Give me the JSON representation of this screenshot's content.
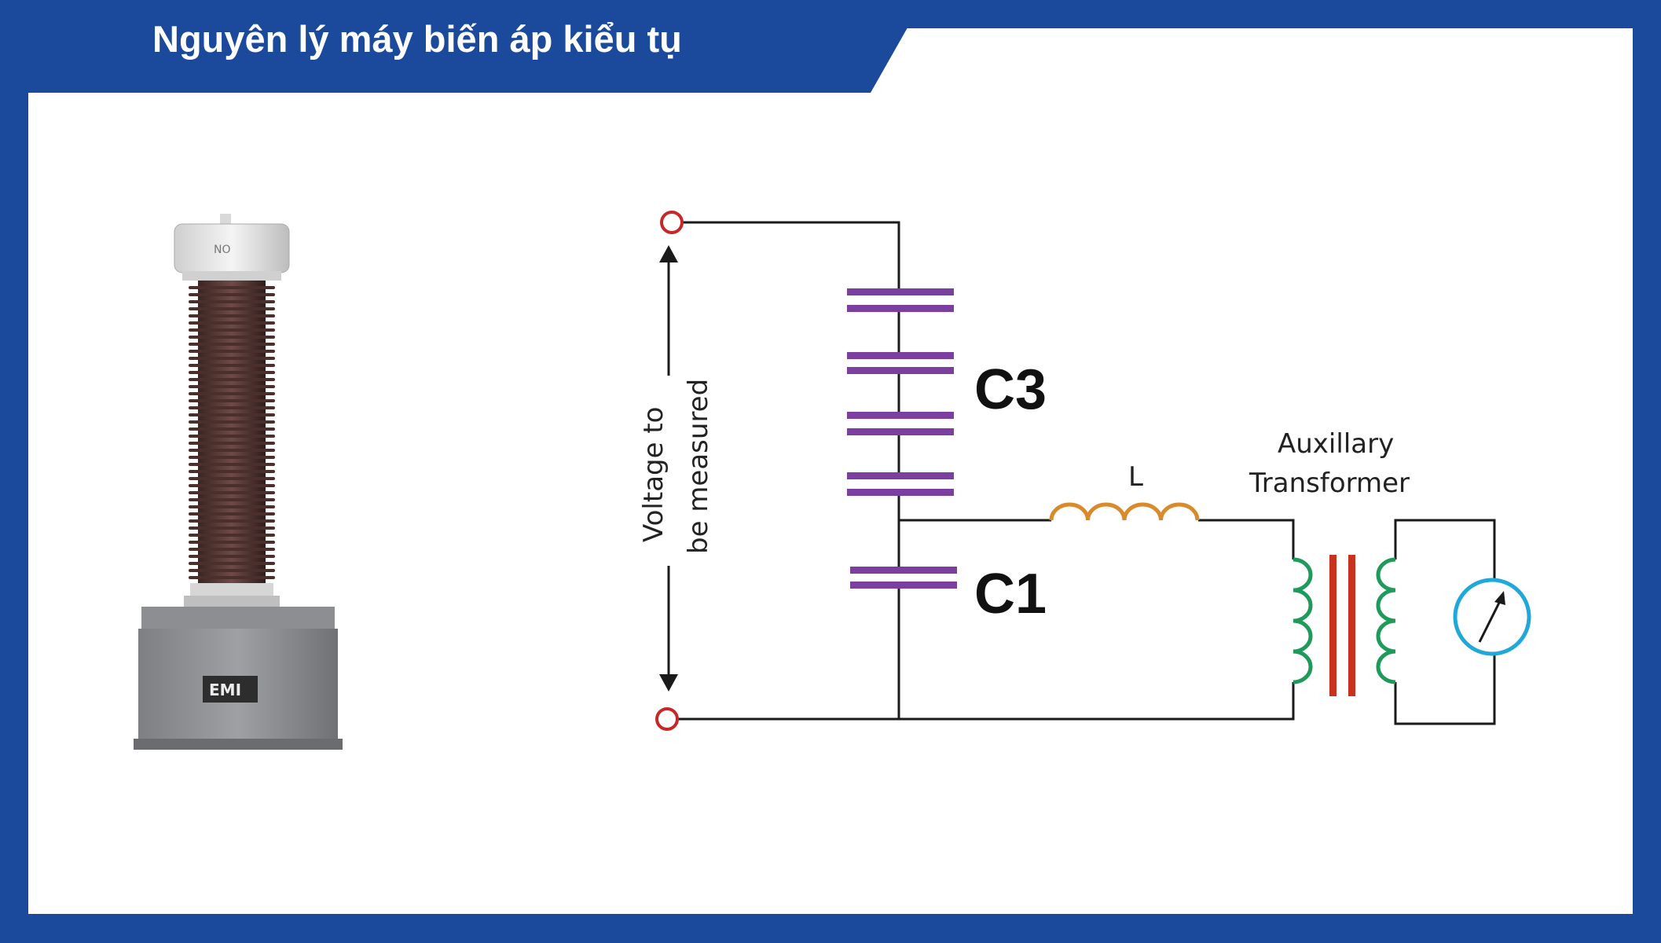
{
  "header": {
    "title": "Nguyên lý máy biến áp kiểu tụ"
  },
  "device": {
    "cap_marking": "NO",
    "plate_text": "EMI"
  },
  "diagram": {
    "voltage_label_line1": "Voltage to",
    "voltage_label_line2": "be measured",
    "capacitor_upper": "C3",
    "capacitor_lower": "C1",
    "inductor": "L",
    "aux_transformer_line1": "Auxillary",
    "aux_transformer_line2": "Transformer"
  },
  "colors": {
    "frame_blue": "#1b4a9c",
    "capacitor_purple": "#7b3fa0",
    "inductor_orange": "#d98a2b",
    "winding_green": "#1f9a5a",
    "core_red": "#c8321f",
    "meter_cyan": "#1fa8d8",
    "terminal_red": "#c62828"
  }
}
